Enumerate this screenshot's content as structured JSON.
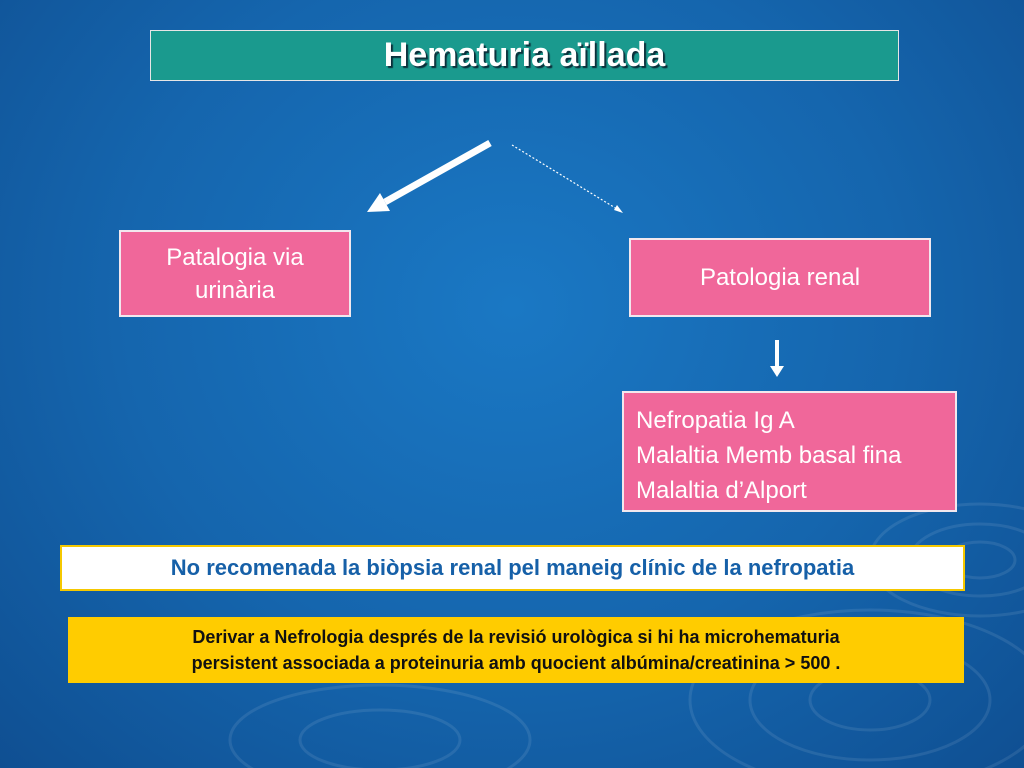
{
  "title": "Hematuria aïllada",
  "nodes": {
    "via_urinaria": [
      "Patalogia via",
      "urinària"
    ],
    "renal": "Patologia renal",
    "nefropaties": [
      "Nefropatia Ig A",
      "Malaltia Memb basal fina",
      "Malaltia d’Alport"
    ]
  },
  "note": "No recomenada la biòpsia renal pel maneig clínic de la nefropatia",
  "recommendation": [
    "Derivar a Nefrologia després de la revisió urològica  si hi ha microhematuria",
    "persistent associada a proteinuria amb quocient albúmina/creatinina > 500 ."
  ],
  "colors": {
    "background": "#1565ad",
    "title_box": "#1a9a8e",
    "node_box": "#f0679a",
    "note_text": "#1660a8",
    "recommendation_box": "#ffcc00"
  }
}
